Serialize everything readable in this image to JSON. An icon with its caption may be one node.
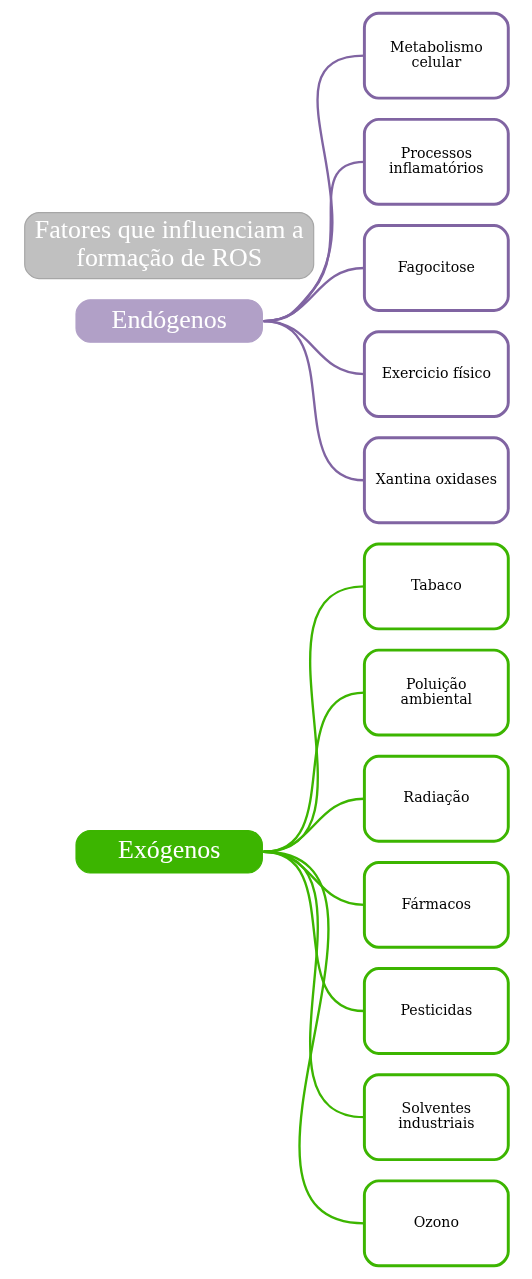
{
  "diagram": {
    "nodes": [
      {
        "text": [
          "Fatores que influenciam a formação de ROS"
        ]
      },
      {
        "text": [
          "Endógenos"
        ]
      },
      {
        "text": [
          "Exógenos"
        ]
      },
      {
        "text": [
          "Metabolismo celular"
        ]
      },
      {
        "text": [
          "Processos inflamatórios"
        ]
      },
      {
        "text": [
          "Fagocitose"
        ]
      },
      {
        "text": [
          "Exercicio físico"
        ]
      },
      {
        "text": [
          "Xantina oxidases"
        ]
      },
      {
        "text": [
          "Tabaco"
        ]
      },
      {
        "text": [
          "Poluição ambiental"
        ]
      },
      {
        "text": [
          "Radiação"
        ]
      },
      {
        "text": [
          "Fármacos"
        ]
      },
      {
        "text": [
          "Pesticidas"
        ]
      },
      {
        "text": [
          "Solventes industriais"
        ]
      },
      {
        "text": [
          "Ozono"
        ]
      }
    ],
    "edges": [
      {
        "from": 1,
        "to": 3,
        "arrow": "none",
        "color": "#8064a2"
      },
      {
        "from": 1,
        "to": 4,
        "arrow": "none",
        "color": "#8064a2"
      },
      {
        "from": 1,
        "to": 5,
        "arrow": "none",
        "color": "#8064a2"
      },
      {
        "from": 1,
        "to": 6,
        "arrow": "none",
        "color": "#8064a2"
      },
      {
        "from": 1,
        "to": 7,
        "arrow": "none",
        "color": "#8064a2"
      },
      {
        "from": 2,
        "to": 8,
        "arrow": "none"
      },
      {
        "from": 2,
        "to": 9,
        "arrow": "none"
      },
      {
        "from": 2,
        "to": 10,
        "arrow": "none"
      },
      {
        "from": 2,
        "to": 11,
        "arrow": "none"
      },
      {
        "from": 2,
        "to": 12,
        "arrow": "none"
      },
      {
        "from": 2,
        "to": 13,
        "arrow": "none"
      },
      {
        "from": 2,
        "to": 14,
        "arrow": "none"
      }
    ]
  }
}
